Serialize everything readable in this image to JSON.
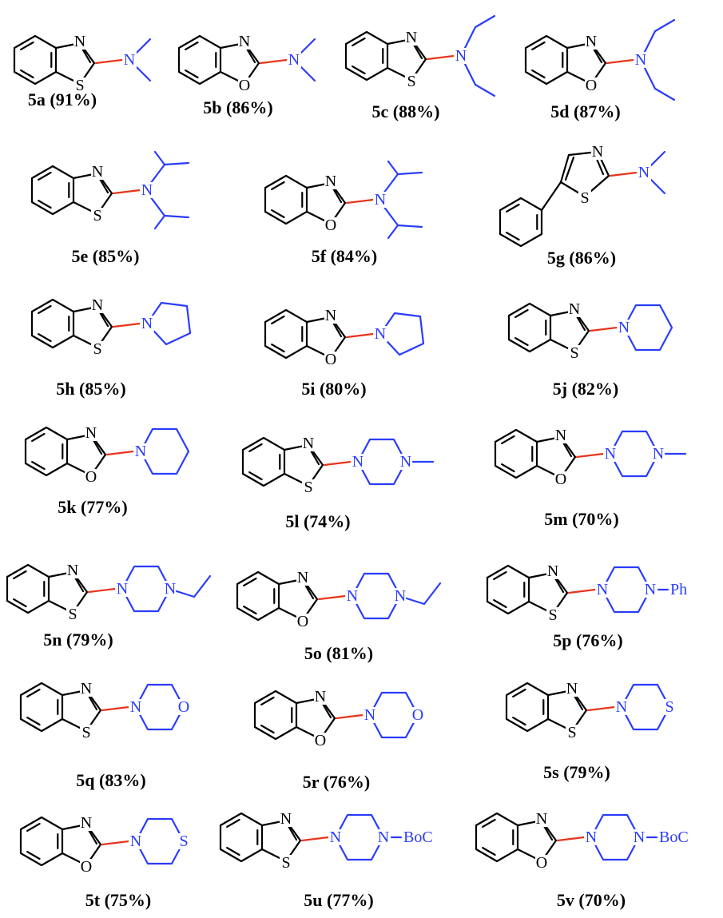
{
  "compounds": [
    {
      "id": "5a",
      "label": "5a (91%)",
      "core": "S",
      "amine": "NMe2"
    },
    {
      "id": "5b",
      "label": "5b (86%)",
      "core": "O",
      "amine": "NMe2"
    },
    {
      "id": "5c",
      "label": "5c (88%)",
      "core": "S",
      "amine": "NEt2"
    },
    {
      "id": "5d",
      "label": "5d (87%)",
      "core": "O",
      "amine": "NEt2"
    },
    {
      "id": "5e",
      "label": "5e (85%)",
      "core": "S",
      "amine": "NiPr2"
    },
    {
      "id": "5f",
      "label": "5f (84%)",
      "core": "O",
      "amine": "NiPr2"
    },
    {
      "id": "5g",
      "label": "5g (86%)",
      "core": "phenylthiazole",
      "amine": "NMe2"
    },
    {
      "id": "5h",
      "label": "5h (85%)",
      "core": "S",
      "amine": "pyrrolidine"
    },
    {
      "id": "5i",
      "label": "5i (80%)",
      "core": "O",
      "amine": "pyrrolidine"
    },
    {
      "id": "5j",
      "label": "5j (82%)",
      "core": "S",
      "amine": "piperidine"
    },
    {
      "id": "5k",
      "label": "5k (77%)",
      "core": "O",
      "amine": "piperidine"
    },
    {
      "id": "5l",
      "label": "5l (74%)",
      "core": "S",
      "amine": "N-methylpiperazine"
    },
    {
      "id": "5m",
      "label": "5m (70%)",
      "core": "O",
      "amine": "N-methylpiperazine"
    },
    {
      "id": "5n",
      "label": "5n (79%)",
      "core": "S",
      "amine": "N-ethylpiperazine"
    },
    {
      "id": "5o",
      "label": "5o (81%)",
      "core": "O",
      "amine": "N-ethylpiperazine"
    },
    {
      "id": "5p",
      "label": "5p (76%)",
      "core": "S",
      "amine": "N-phenylpiperazine"
    },
    {
      "id": "5q",
      "label": "5q (83%)",
      "core": "S",
      "amine": "morpholine"
    },
    {
      "id": "5r",
      "label": "5r (76%)",
      "core": "O",
      "amine": "morpholine"
    },
    {
      "id": "5s",
      "label": "5s (79%)",
      "core": "S",
      "amine": "thiomorpholine"
    },
    {
      "id": "5t",
      "label": "5t (75%)",
      "core": "O",
      "amine": "thiomorpholine"
    },
    {
      "id": "5u",
      "label": "5u (77%)",
      "core": "S",
      "amine": "N-Boc-piperazine"
    },
    {
      "id": "5v",
      "label": "5v (70%)",
      "core": "O",
      "amine": "N-Boc-piperazine"
    }
  ],
  "atoms": {
    "N": "N",
    "S": "S",
    "O": "O",
    "Ph": "Ph",
    "BoC": "BoC"
  },
  "colors": {
    "core": "#000000",
    "bond": "#e8341c",
    "amine": "#2a3cff"
  }
}
